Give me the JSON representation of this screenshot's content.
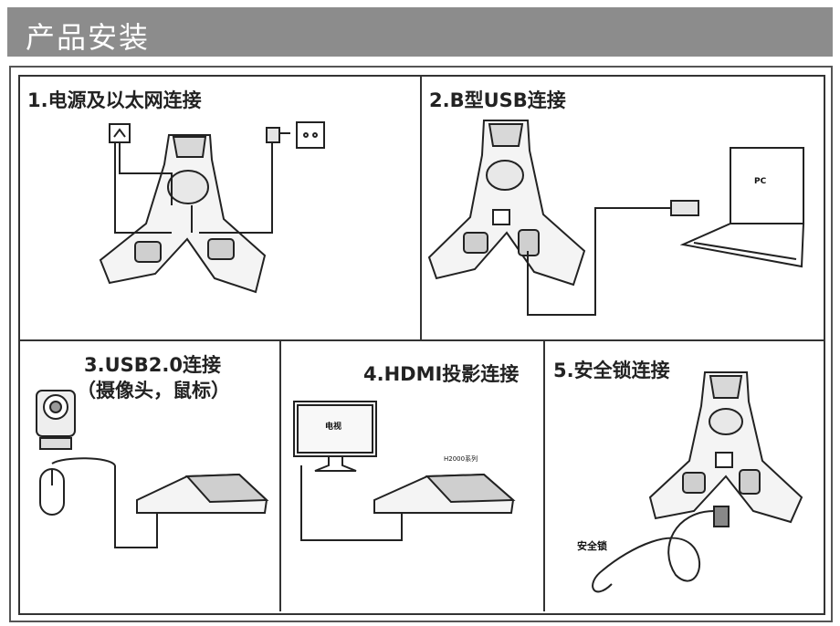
{
  "header": {
    "title": "产品安装"
  },
  "panels": [
    {
      "title": "1.电源及以太网连接"
    },
    {
      "title": "2.B型USB连接",
      "pc_label": "PC"
    },
    {
      "title": "3.USB2.0连接",
      "subtitle": "（摄像头，鼠标）"
    },
    {
      "title": "4.HDMI投影连接",
      "tv_label": "电视",
      "device_label": "H2000系列"
    },
    {
      "title": "5.安全锁连接",
      "lock_label": "安全锁"
    }
  ],
  "colors": {
    "header_bg": "#8c8c8c",
    "line": "#333333"
  }
}
